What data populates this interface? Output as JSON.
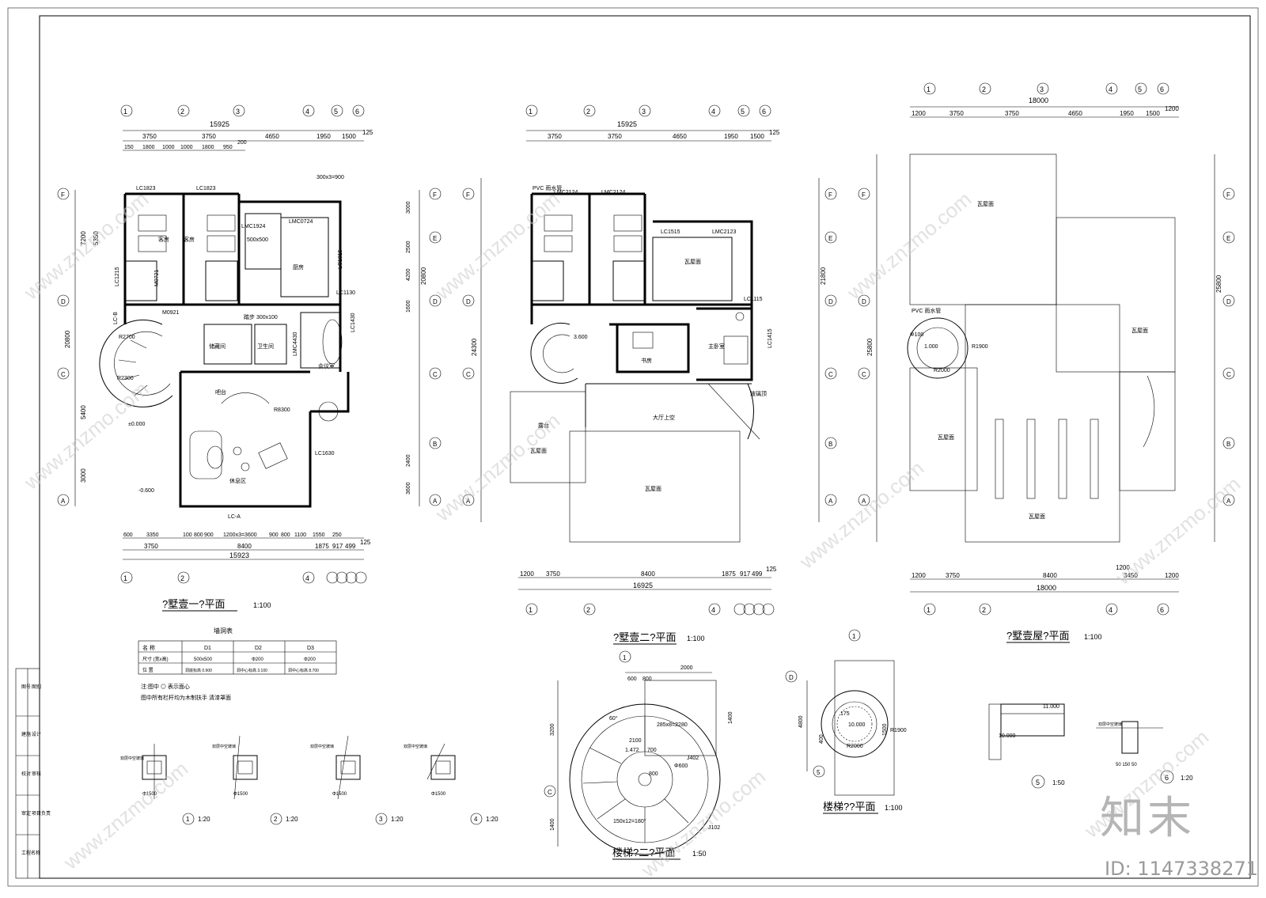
{
  "titles": {
    "plan1": "?墅壹一?平面",
    "plan1_scale": "1:100",
    "plan2": "?墅壹二?平面",
    "plan2_scale": "1:100",
    "roof": "?墅壹屋?平面",
    "roof_scale": "1:100",
    "stair2": "楼梯?二?平面",
    "stair2_scale": "1:50",
    "stair_top": "楼梯??平面",
    "stair_top_scale": "1:100"
  },
  "axes": {
    "cols6": [
      "1",
      "2",
      "3",
      "4",
      "5",
      "6"
    ],
    "rows": [
      "F",
      "E",
      "D",
      "C",
      "B",
      "A"
    ]
  },
  "plan1": {
    "total_top": "15925",
    "top_dims": [
      "3750",
      "3750",
      "4650",
      "1950",
      "1500",
      "125"
    ],
    "sub_dims": [
      "150",
      "1800",
      "1000",
      "1000",
      "1800",
      "950",
      "200"
    ],
    "bottom_dims": [
      "3750",
      "8400",
      "1875",
      "917",
      "499",
      "125"
    ],
    "bottom_sub": [
      "600",
      "3350",
      "100",
      "800",
      "900",
      "1200x3=3600",
      "900",
      "800",
      "1100",
      "1550",
      "250"
    ],
    "total_bottom": "15923",
    "left_total": "20800",
    "left_dims": [
      "7200",
      "5350",
      "5400",
      "3000"
    ],
    "right_total": "20800",
    "right_dims": [
      "3000",
      "2500",
      "4200",
      "1600",
      "2400",
      "3600"
    ],
    "room_labels": [
      "客房",
      "客房",
      "厨房",
      "会议室",
      "吧台",
      "休息区",
      "卫生间",
      "储藏间"
    ],
    "window_labels": [
      "LC1823",
      "LC1823",
      "LMC1924",
      "LMC0724",
      "LC1815",
      "LC1130",
      "LC1430",
      "LMC4430",
      "LC1630",
      "LC-A",
      "LC-B",
      "M0721",
      "M0921",
      "LC1215"
    ],
    "levels": [
      "±0.000",
      "-0.600"
    ],
    "misc": [
      "R8300",
      "R2700",
      "R2300",
      "500x500",
      "踏步 300x100",
      "300x3=900"
    ]
  },
  "plan2": {
    "total_top": "15925",
    "top_dims": [
      "3750",
      "3750",
      "4650",
      "1950",
      "1500",
      "125"
    ],
    "bottom_dims": [
      "1200",
      "3750",
      "8400",
      "1875",
      "917",
      "499",
      "125"
    ],
    "total_bottom": "16925",
    "left_total": "24300",
    "right_total": "21800",
    "labels": [
      "PVC 雨水管",
      "LMC2124",
      "LMC2124",
      "LMC2123",
      "LC1515",
      "LC1115",
      "LC1415",
      "主卧室",
      "书房",
      "大厅上空",
      "露台",
      "玻璃顶",
      "3.600"
    ],
    "roof_texts": [
      "瓦屋面",
      "瓦屋面",
      "瓦屋面"
    ]
  },
  "roof": {
    "total_top": "18000",
    "top_dims": [
      "1200",
      "3750",
      "3750",
      "4650",
      "1950",
      "1500",
      "1200"
    ],
    "bottom_dims": [
      "1200",
      "3750",
      "8400",
      "1200",
      "3450",
      "1200"
    ],
    "total_bottom": "18000",
    "left_total": "25800",
    "right_total": "25800",
    "labels": [
      "PVC 雨水管",
      "Φ100",
      "R1900",
      "R2000",
      "1.000",
      "瓦屋面",
      "瓦屋面",
      "瓦屋面",
      "瓦屋面"
    ]
  },
  "table": {
    "title": "墙洞表",
    "headers": [
      "名 称",
      "D1",
      "D2",
      "D3"
    ],
    "rows": [
      [
        "尺寸 (宽x高)",
        "500x500",
        "Φ200",
        "Φ200"
      ],
      [
        "位 置",
        "洞底标高 0.900",
        "洞中心标高 3.100",
        "洞中心标高 8.700"
      ]
    ],
    "notes": [
      "注:图中 ◎ 表示面心",
      "图中所有栏杆均为木制扶手 清漆罩面"
    ]
  },
  "details": [
    {
      "num": "1",
      "scale": "1:20",
      "label": "双层中空玻璃",
      "dim": "Φ1500"
    },
    {
      "num": "2",
      "scale": "1:20",
      "label": "双层中空玻璃",
      "dim": "Φ1500"
    },
    {
      "num": "3",
      "scale": "1:20",
      "label": "双层中空玻璃",
      "dim": "Φ1500"
    },
    {
      "num": "4",
      "scale": "1:20",
      "label": "双层中空玻璃",
      "dim": "Φ1500"
    },
    {
      "num": "5",
      "scale": "1:50",
      "label": "11.000",
      "dim": "10.000"
    },
    {
      "num": "6",
      "scale": "1:20",
      "label": "双层中空玻璃",
      "dim": "50 150 50"
    }
  ],
  "stair2_dims": [
    "600",
    "800",
    "2000",
    "1400",
    "3200",
    "1400",
    "285x8=2280",
    "700",
    "800",
    "150x12=180°",
    "60°",
    "1.472",
    "2100",
    "Φ600",
    "J402",
    "J102"
  ],
  "stair_top_dims": [
    "4800",
    "400",
    "1500",
    "R2000",
    "R1900",
    "175",
    "10.000"
  ],
  "title_block": [
    "图号",
    "图别",
    "建施",
    "设计",
    "校对",
    "审核",
    "审定",
    "项目负责",
    "工程名称"
  ],
  "watermark": "www.znzmo.com",
  "logo": "知末",
  "doc_id": "ID: 1147338271"
}
